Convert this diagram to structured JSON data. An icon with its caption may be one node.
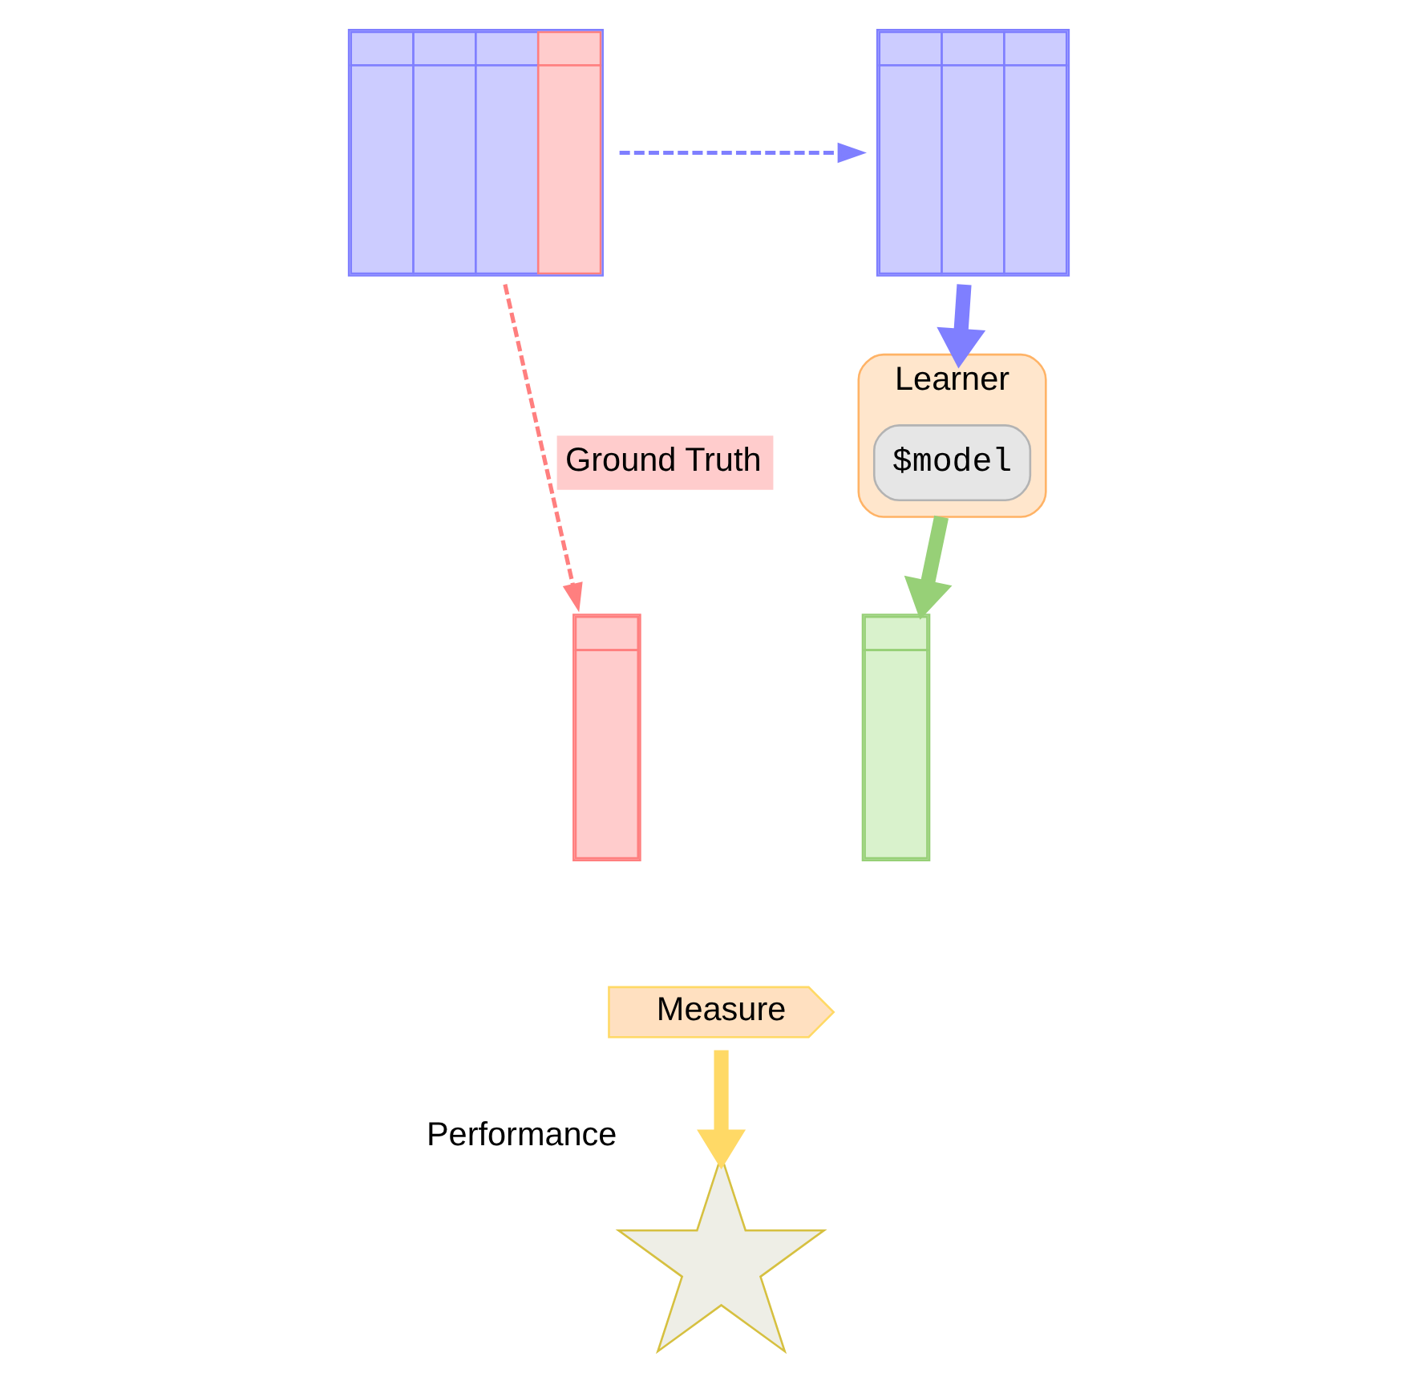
{
  "diagram": {
    "nodes": [
      {
        "text": [],
        "shape": "table"
      },
      {
        "text": [],
        "shape": "table"
      },
      {
        "text": [
          "Learner"
        ]
      },
      {
        "text": [
          "$model"
        ],
        "in": 2
      },
      {
        "text": [],
        "shape": "table"
      },
      {
        "text": [],
        "shape": "table"
      },
      {
        "text": [
          "Measure"
        ]
      },
      {
        "text": [],
        "shape": "star",
        "beside": [
          "Performance"
        ]
      }
    ],
    "edges": [
      {
        "from": 0,
        "to": 1,
        "arrow": "to",
        "style": "dashed",
        "color": "#7f7fff"
      },
      {
        "from": 0,
        "to": 4,
        "arrow": "to",
        "style": "dashed",
        "color": "#ff7f7f",
        "label": "Ground Truth"
      },
      {
        "from": 1,
        "to": 2,
        "arrow": "to",
        "color": "#7f7fff"
      },
      {
        "from": 2,
        "to": 5,
        "arrow": "to",
        "color": "#97d077"
      },
      {
        "from": 6,
        "to": 7,
        "arrow": "to",
        "color": "#ffd966"
      }
    ]
  }
}
